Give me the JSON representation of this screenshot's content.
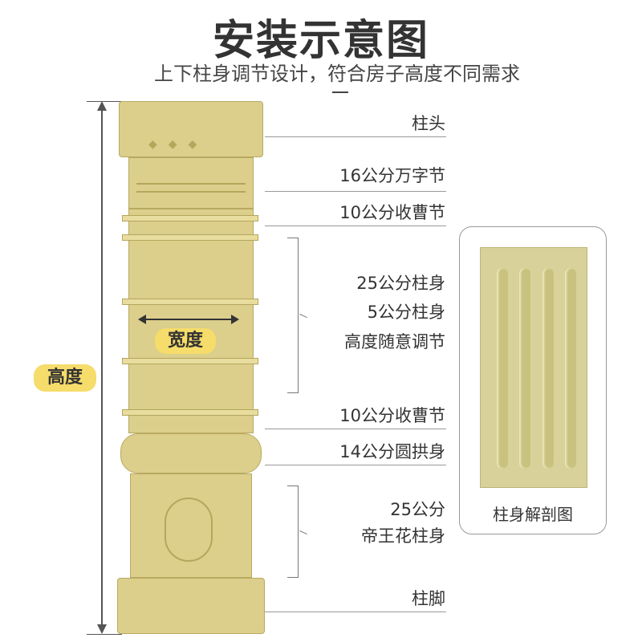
{
  "title": "安装示意图",
  "subtitle": "上下柱身调节设计，符合房子高度不同需求",
  "labels": {
    "capital": "柱头",
    "wanzi": "16公分万字节",
    "groove1": "10公分收曹节",
    "body": [
      "25公分柱身",
      "5公分柱身",
      "高度随意调节"
    ],
    "groove2": "10公分收曹节",
    "arch": "14公分圆拱身",
    "flower": [
      "25公分",
      "帝王花柱身"
    ],
    "base": "柱脚"
  },
  "dimensions": {
    "height": "高度",
    "width": "宽度"
  },
  "cross_section": {
    "caption": "柱身解剖图"
  },
  "colors": {
    "mold": "#dccf8c",
    "badge": "#f6dc6a"
  }
}
